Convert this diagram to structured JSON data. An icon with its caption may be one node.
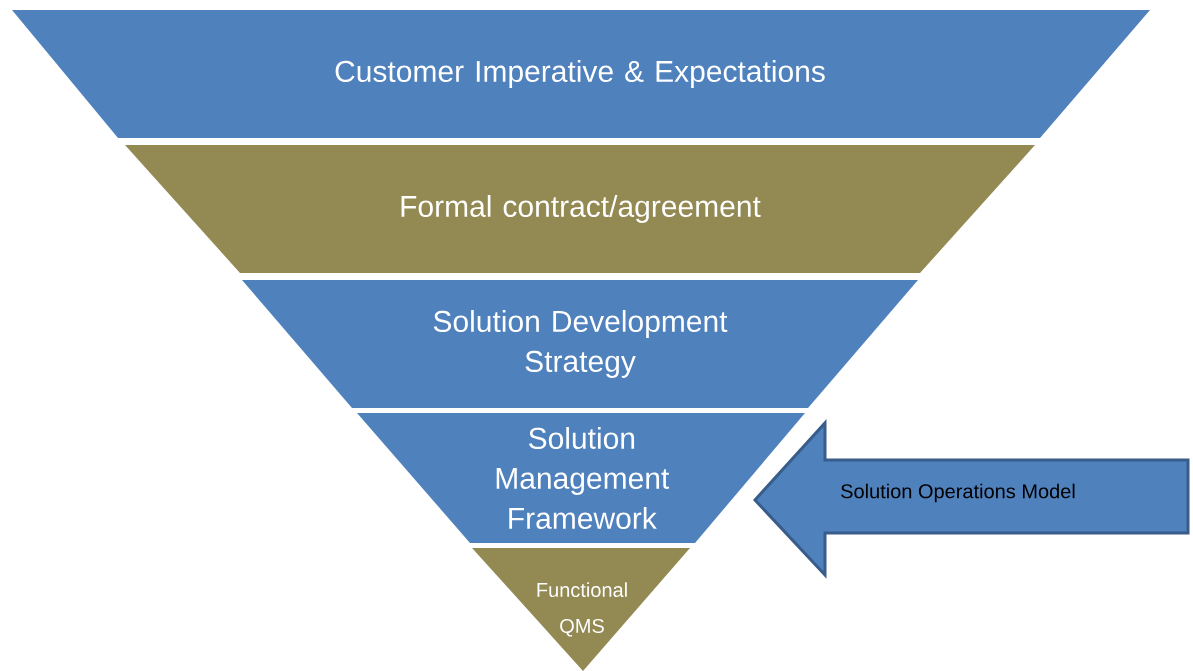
{
  "diagram": {
    "nodes": [
      {
        "text": [
          "Customer Imperative & Expectations"
        ]
      },
      {
        "text": [
          "Formal contract/agreement"
        ]
      },
      {
        "text": [
          "Solution Development Strategy"
        ]
      },
      {
        "text": [
          "Solution Management Framework"
        ]
      },
      {
        "text": [
          "Functional QMS"
        ]
      },
      {
        "text": [
          "Solution Operations Model"
        ]
      }
    ]
  }
}
